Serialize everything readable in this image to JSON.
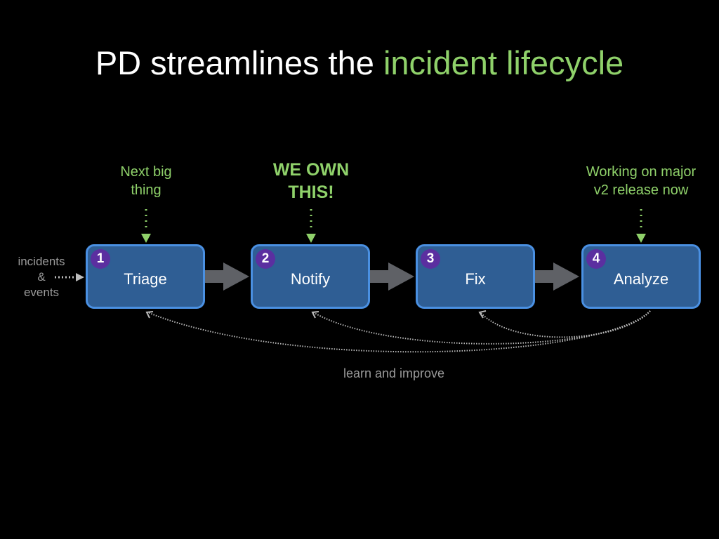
{
  "title": {
    "prefix": "PD streamlines the ",
    "accent": "incident lifecycle"
  },
  "colors": {
    "accent_green": "#8fd16a",
    "box_fill": "#2f5e94",
    "box_border": "#4a90e2",
    "badge": "#5b2fa0",
    "arrow_gray": "#5f6166",
    "muted_text": "#9a9a9a"
  },
  "input": {
    "line1": "incidents",
    "line2": "&",
    "line3": "events"
  },
  "steps": [
    {
      "number": "1",
      "label": "Triage"
    },
    {
      "number": "2",
      "label": "Notify"
    },
    {
      "number": "3",
      "label": "Fix"
    },
    {
      "number": "4",
      "label": "Analyze"
    }
  ],
  "annotations": {
    "triage": {
      "line1": "Next big",
      "line2": "thing"
    },
    "notify": {
      "line1": "WE OWN",
      "line2": "THIS!"
    },
    "analyze": {
      "line1": "Working on major",
      "line2": "v2 release now"
    }
  },
  "feedback_label": "learn and improve"
}
